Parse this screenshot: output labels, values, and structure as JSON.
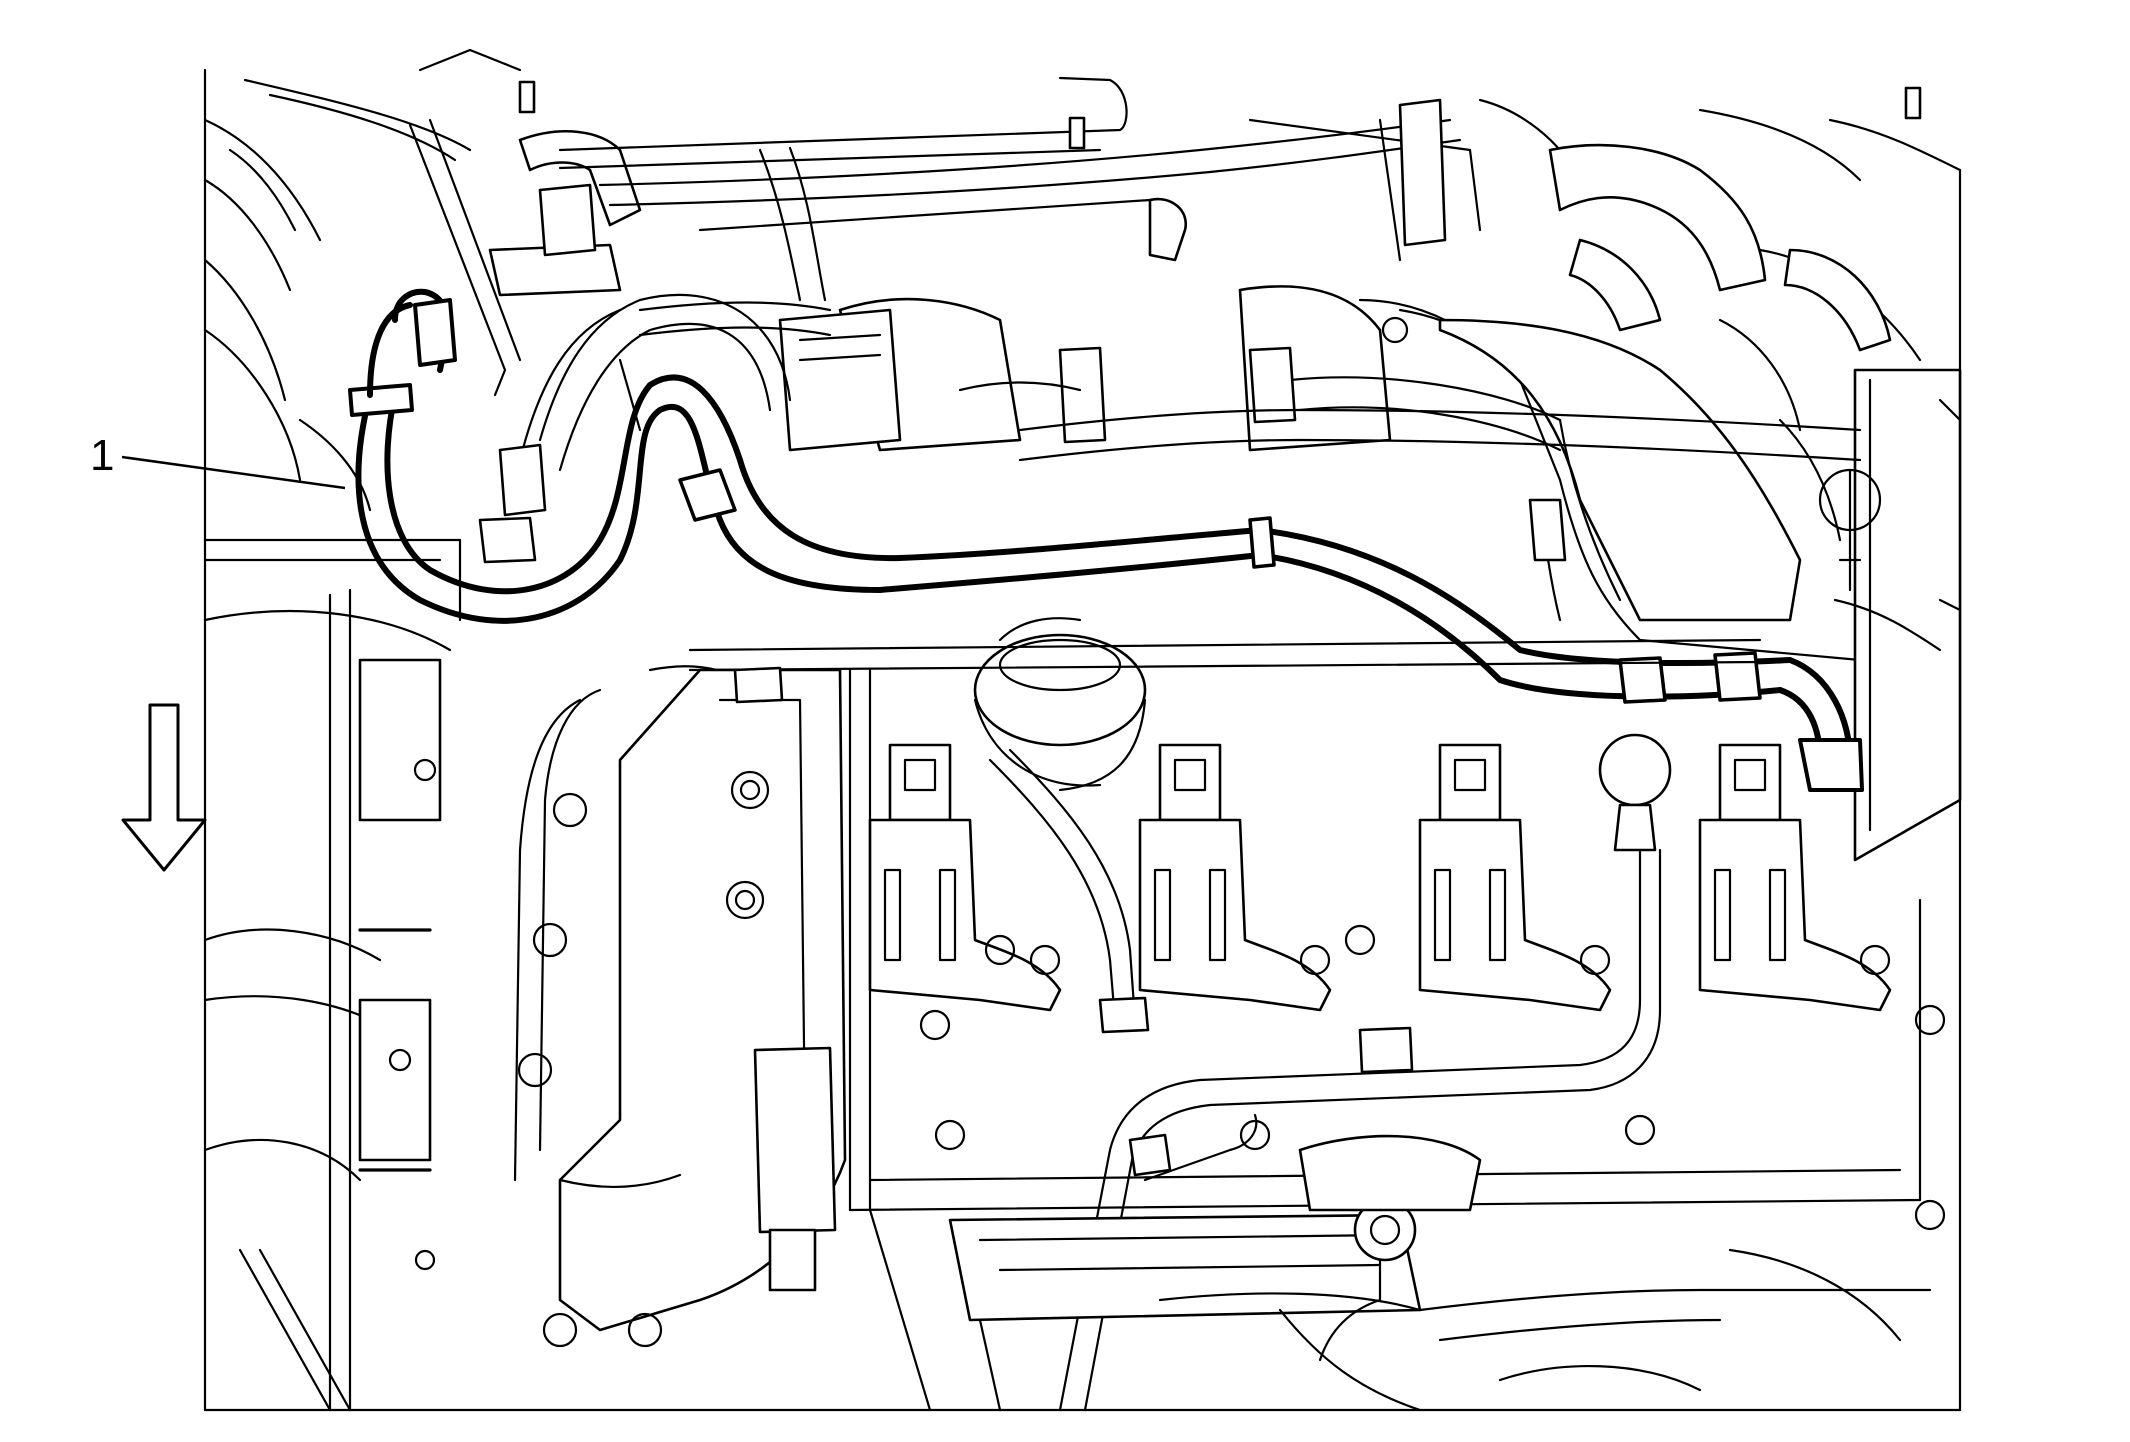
{
  "diagram": {
    "callouts": [
      {
        "id": "1",
        "label": "1"
      }
    ],
    "direction_arrow": {
      "direction": "down",
      "icon": "down-arrow-icon"
    },
    "colors": {
      "line": "#000000",
      "background": "#ffffff"
    }
  }
}
